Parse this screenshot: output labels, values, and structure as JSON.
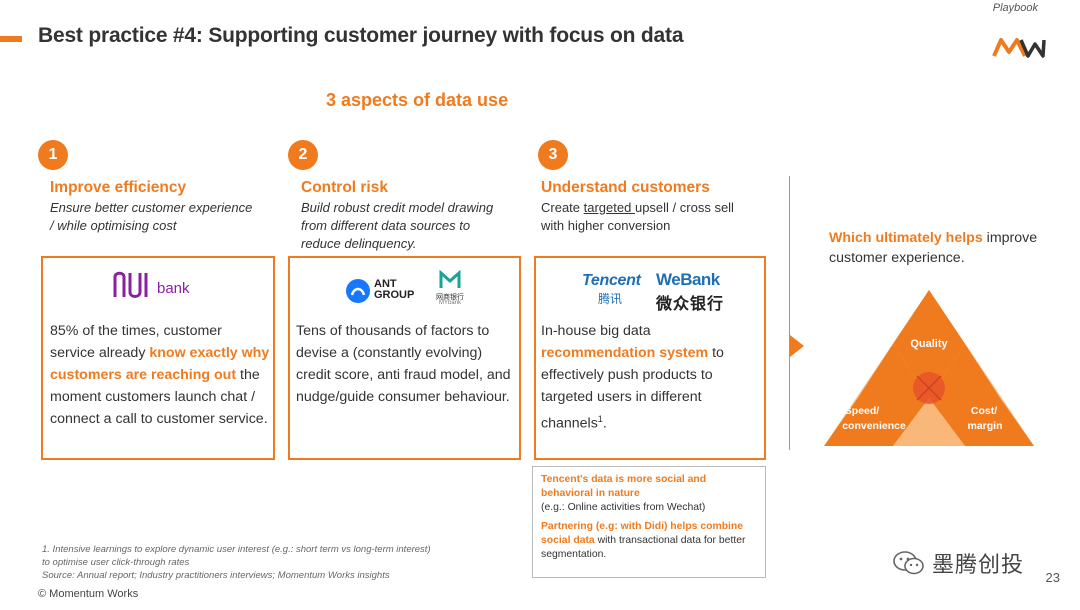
{
  "header": {
    "title": "Best practice #4: Supporting customer journey with focus on data",
    "playbook_label": "Playbook",
    "accent_color": "#f07b1f"
  },
  "subheading": "3 aspects of data use",
  "columns": [
    {
      "number": "1",
      "heading": "Improve efficiency",
      "subtitle_line1": "Ensure better customer experience",
      "subtitle_line2": "/ while optimising cost",
      "logo_text": "bank",
      "body_pre": "85% of the times, customer service already ",
      "body_highlight": "know exactly why customers are reaching out",
      "body_post": " the moment customers launch chat / connect a call to customer service."
    },
    {
      "number": "2",
      "heading": "Control risk",
      "subtitle_line1": "Build robust credit model drawing",
      "subtitle_line2": "from different data sources to",
      "subtitle_line3": "reduce delinquency.",
      "logo_ant_line1": "ANT",
      "logo_ant_line2": "GROUP",
      "logo_mybank_text": "网商银行",
      "logo_mybank_en": "MYbank",
      "body": "Tens of thousands of factors to devise a (constantly evolving) credit score, anti fraud model, and nudge/guide consumer behaviour."
    },
    {
      "number": "3",
      "heading": "Understand customers",
      "subtitle_pre": "Create ",
      "subtitle_underlined": "targeted ",
      "subtitle_post": "upsell / cross sell",
      "subtitle_line2": "with higher conversion",
      "logo_tencent_en": "Tencent",
      "logo_tencent_zh": "腾讯",
      "logo_webank_en": "WeBank",
      "logo_webank_zh": "微众银行",
      "body_pre": "In-house big data ",
      "body_highlight": "recommendation system",
      "body_post": " to effectively push products to targeted users in different channels",
      "body_sup": "1",
      "body_end": "."
    }
  ],
  "note_box": {
    "p1_highlight": "Tencent's data is more social and behavioral in nature",
    "p1_rest": "(e.g.: Online activities from Wechat)",
    "p2_highlight": "Partnering (e.g: with Didi) helps combine social data",
    "p2_rest": " with transactional data for better segmentation."
  },
  "conclusion": {
    "highlight": "Which ultimately helps",
    "rest": " improve customer experience."
  },
  "pyramid": {
    "top_label": "Quality",
    "left_label_1": "Speed/",
    "left_label_2": "convenience",
    "right_label_1": "Cost/",
    "right_label_2": "margin",
    "colors": {
      "dark": "#f07b1f",
      "light": "#f9b77a",
      "center": "#e8542a"
    }
  },
  "footer": {
    "footnote_1": "1.  Intensive learnings to explore dynamic user interest (e.g.: short term vs long-term interest)",
    "footnote_2": "to optimise user click-through rates",
    "source": "Source: Annual report; Industry practitioners interviews; Momentum Works insights",
    "copyright": "© Momentum Works",
    "wechat_name": "墨腾创投",
    "page_number": "23"
  }
}
